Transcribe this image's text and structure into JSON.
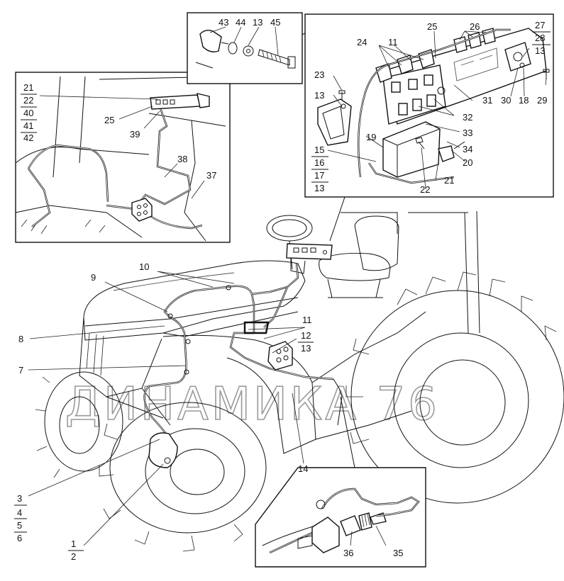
{
  "watermark": "ДИНАМИКА 76",
  "callouts": {
    "n1": "1",
    "n2": "2",
    "n3": "3",
    "n4": "4",
    "n5": "5",
    "n6": "6",
    "n7": "7",
    "n8": "8",
    "n9": "9",
    "n10": "10",
    "n11": "11",
    "n12": "12",
    "n13": "13",
    "n14": "14",
    "n15": "15",
    "n16": "16",
    "n17": "17",
    "n18": "18",
    "n19": "19",
    "n20": "20",
    "n21": "21",
    "n22": "22",
    "n23": "23",
    "n24": "24",
    "n25": "25",
    "n26": "26",
    "n27": "27",
    "n28": "28",
    "n29": "29",
    "n30": "30",
    "n31": "31",
    "n32": "32",
    "n33": "33",
    "n34": "34",
    "n35": "35",
    "n36": "36",
    "n37": "37",
    "n38": "38",
    "n39": "39",
    "n40": "40",
    "n41": "41",
    "n42": "42",
    "n43": "43",
    "n44": "44",
    "n45": "45"
  }
}
